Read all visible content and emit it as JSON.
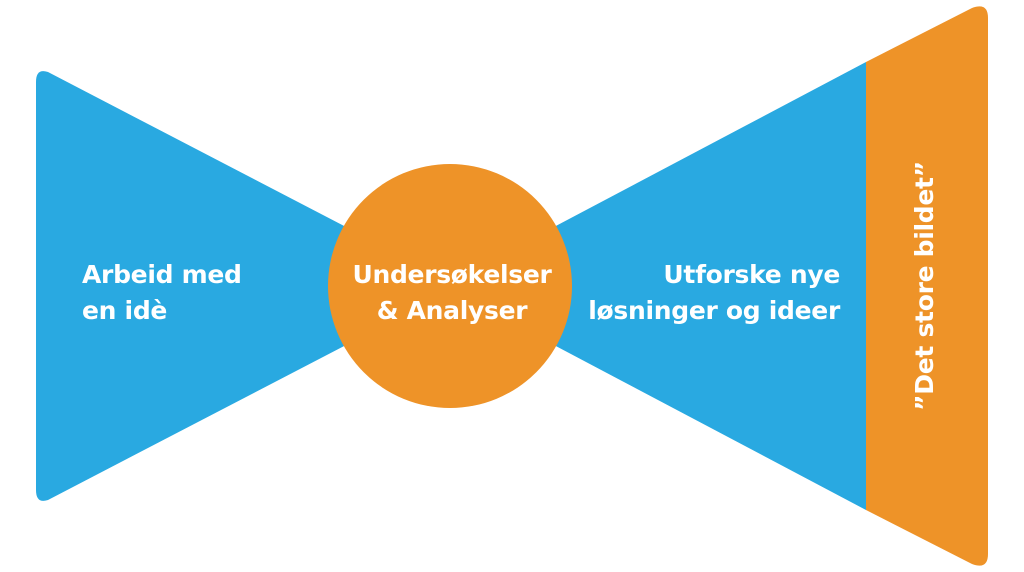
{
  "diagram": {
    "left_label": {
      "line1": "Arbeid med",
      "line2": "en idè"
    },
    "center_label": {
      "line1": "Undersøkelser",
      "line2": "& Analyser"
    },
    "right_label": {
      "line1": "Utforske nye",
      "line2": "løsninger og ideer"
    },
    "vertical_label": "”Det store bildet”"
  },
  "colors": {
    "blue": "#29a9e1",
    "orange": "#ee9328",
    "text": "#ffffff"
  }
}
